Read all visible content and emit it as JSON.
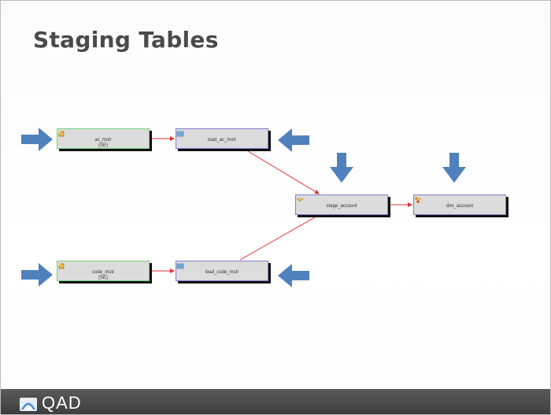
{
  "slide": {
    "title": "Staging Tables"
  },
  "diagram": {
    "nodes": {
      "ac_mstr": {
        "label": "ac_mstr",
        "sub": "(SE)"
      },
      "code_mstr": {
        "label": "code_mstr",
        "sub": "(SE)"
      },
      "load_ac_mstr": {
        "label": "load_ac_mstr"
      },
      "load_code_mstr": {
        "label": "load_code_mstr"
      },
      "stage_account": {
        "label": "stage_account"
      },
      "dim_account": {
        "label": "dim_account"
      }
    },
    "colors": {
      "arrow": "#4f81bd",
      "link": "#e53030",
      "source_border": "#7ad17a",
      "stage_border": "#7f7fd0"
    }
  },
  "footer": {
    "logo_text": "QAD"
  }
}
